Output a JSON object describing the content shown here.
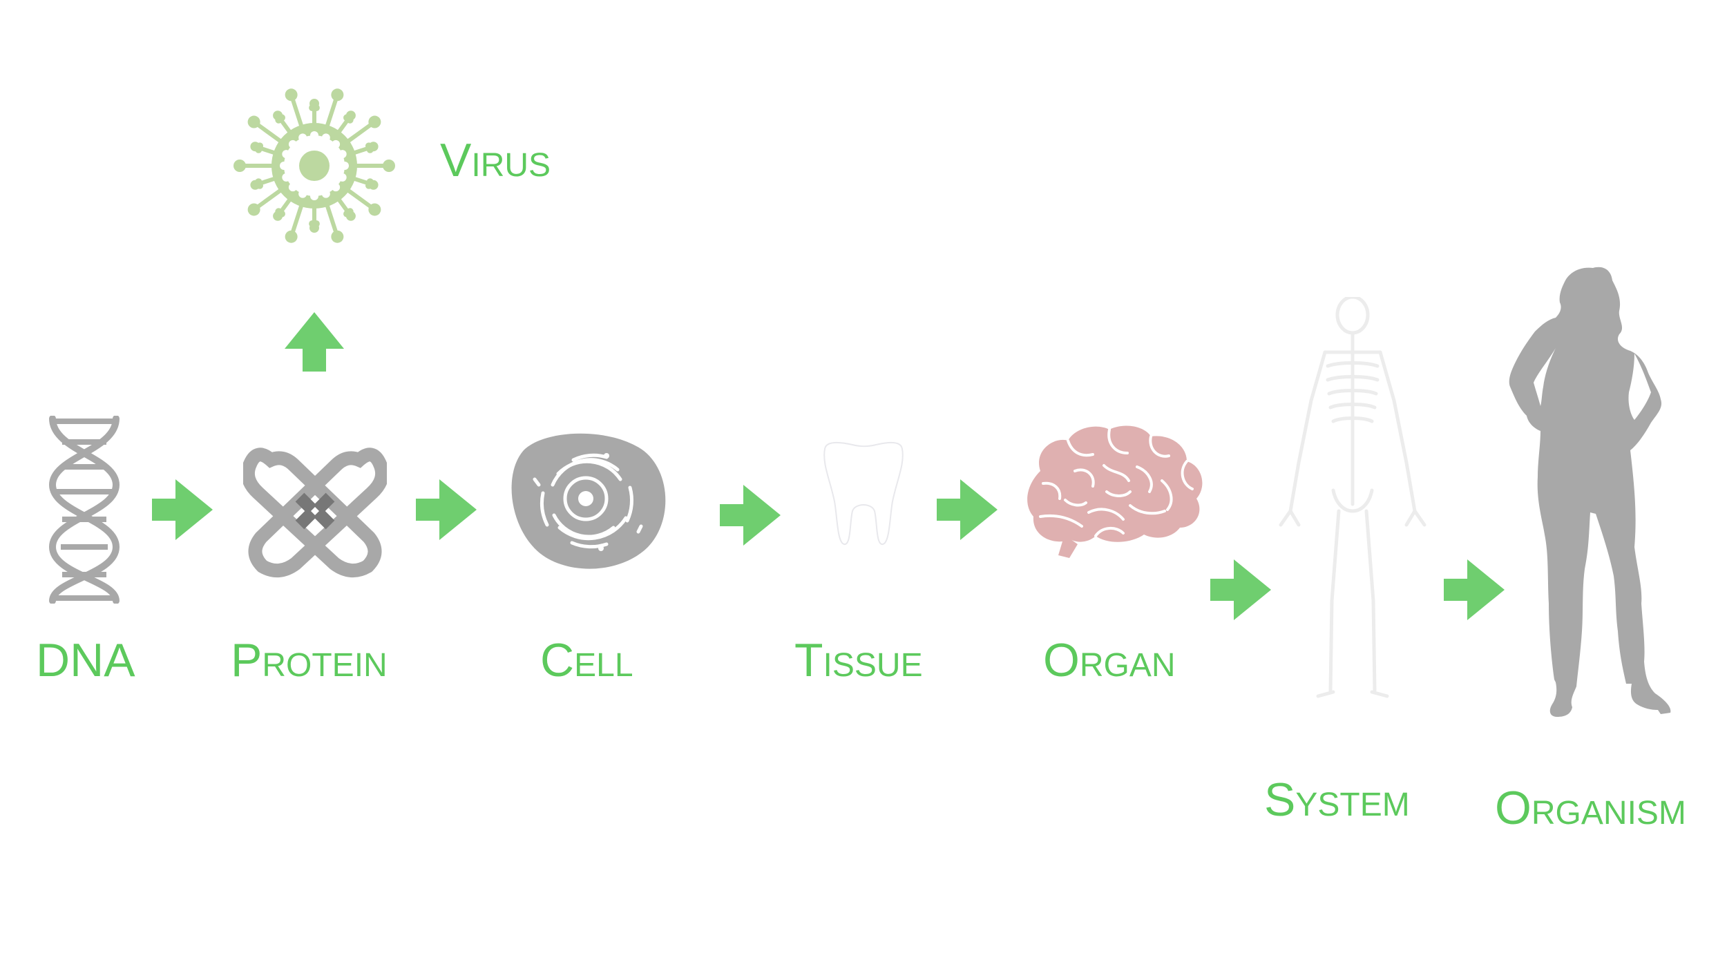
{
  "colors": {
    "label": "#5cc95c",
    "arrow": "#6fce6f",
    "virus": "#bcd8a0",
    "icon_gray": "#a8a8a8",
    "brain": "#dfb0b0",
    "skeleton": "#ececec"
  },
  "labels": {
    "virus": "Virus",
    "dna": "DNA",
    "protein": "Protein",
    "cell": "Cell",
    "tissue": "Tissue",
    "organ": "Organ",
    "system": "System",
    "organism": "Organism"
  },
  "icons": {
    "virus": "virus-icon",
    "dna": "dna-icon",
    "protein": "protein-icon",
    "cell": "cell-icon",
    "tissue": "tooth-icon",
    "organ": "brain-icon",
    "system": "skeleton-icon",
    "organism": "human-silhouette-icon"
  }
}
